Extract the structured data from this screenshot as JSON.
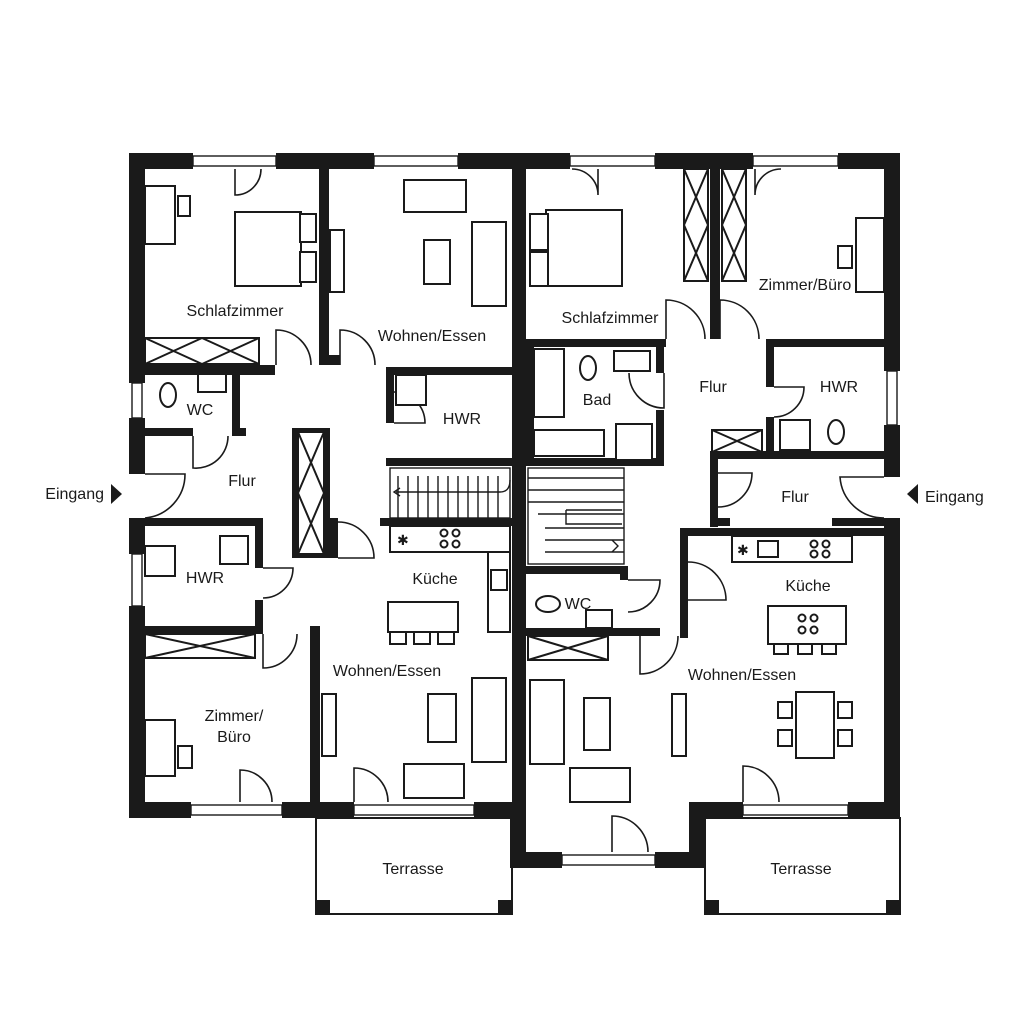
{
  "labels": {
    "left_schlafzimmer": "Schlafzimmer",
    "left_wohnen_top": "Wohnen/Essen",
    "left_wc": "WC",
    "left_hwr_top": "HWR",
    "left_flur": "Flur",
    "left_eingang": "Eingang",
    "left_hwr_bottom": "HWR",
    "left_kueche": "Küche",
    "left_wohnen_bottom": "Wohnen/Essen",
    "left_zimmer_1": "Zimmer/",
    "left_zimmer_2": "Büro",
    "left_terrasse": "Terrasse",
    "right_schlafzimmer": "Schlafzimmer",
    "right_bad": "Bad",
    "right_flur_top": "Flur",
    "right_zimmer": "Zimmer/Büro",
    "right_hwr": "HWR",
    "right_flur_entry": "Flur",
    "right_eingang": "Eingang",
    "right_wc": "WC",
    "right_kueche": "Küche",
    "right_wohnen": "Wohnen/Essen",
    "right_terrasse": "Terrasse"
  },
  "icons": {
    "entrance_marker": "triangle-arrow",
    "stove": "four-circle-hob",
    "fan": "asterisk-extractor"
  },
  "colors": {
    "wall": "#1a1a1a",
    "background": "#ffffff"
  }
}
